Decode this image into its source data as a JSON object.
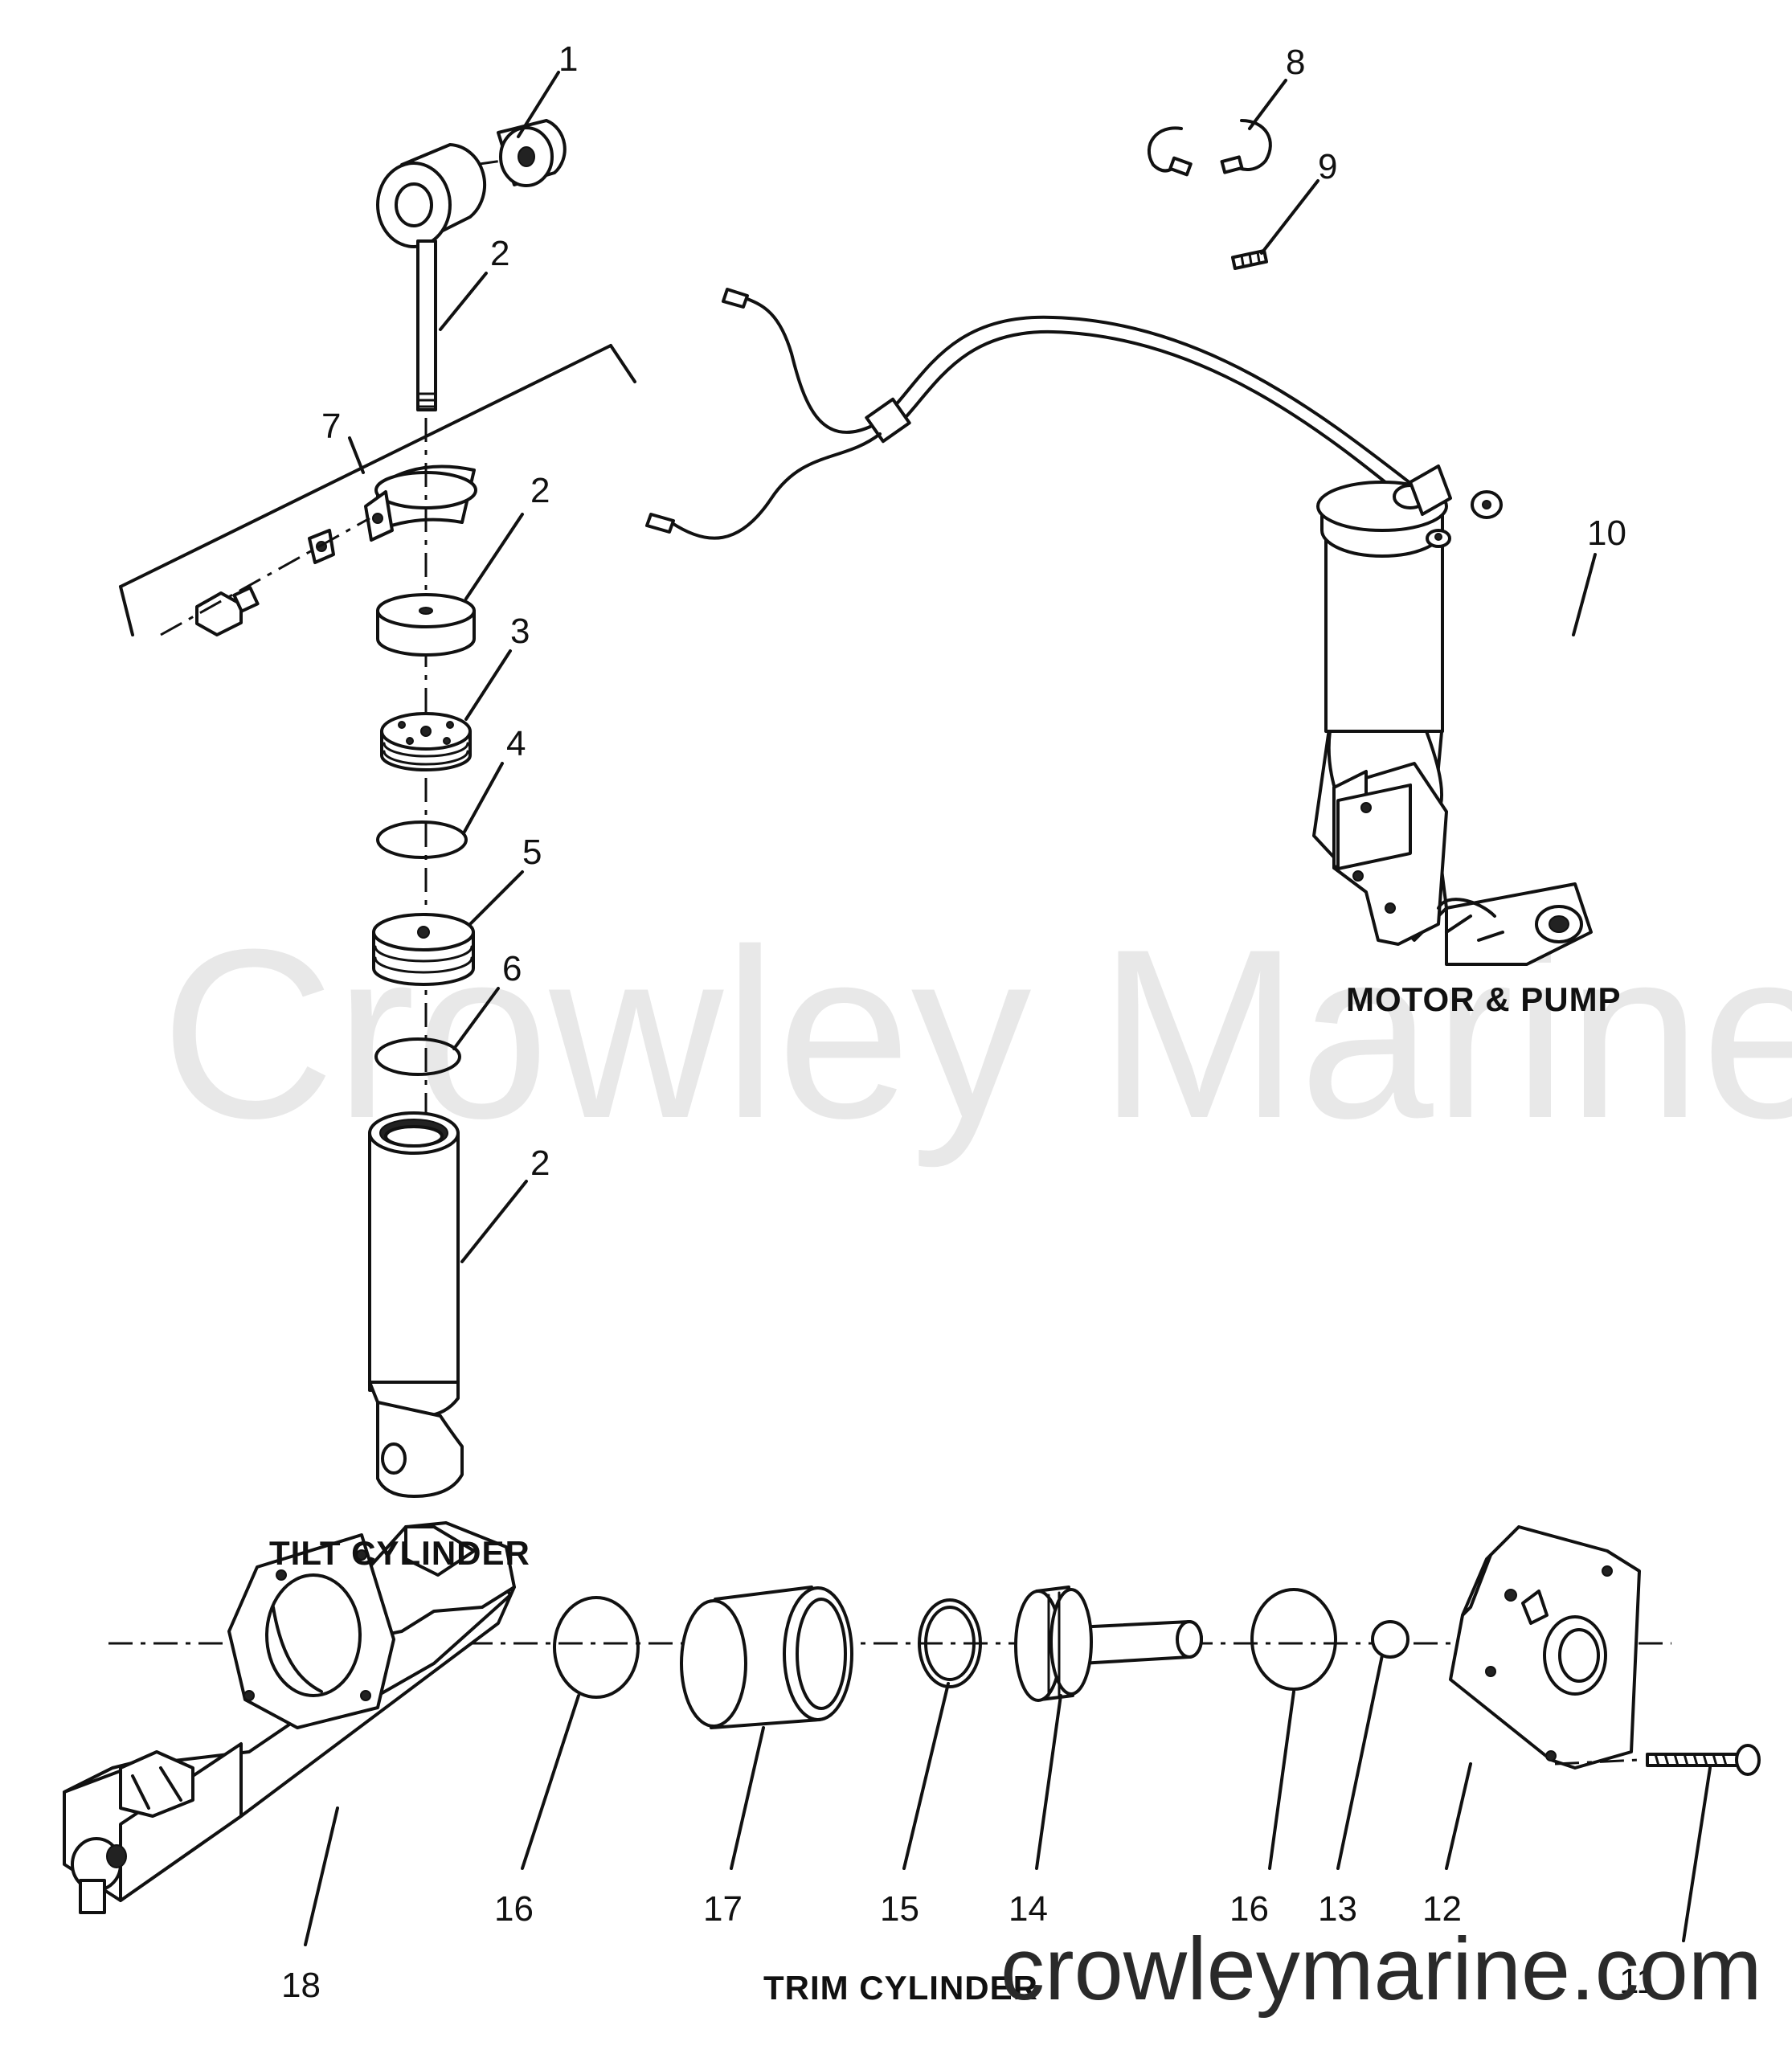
{
  "watermark": {
    "text": "Crowley Marine"
  },
  "footer_url": {
    "text": "crowleymarine.com"
  },
  "captions": {
    "tilt_cylinder": "TILT CYLINDER",
    "motor_pump": "MOTOR & PUMP",
    "trim_cylinder": "TRIM CYLINDER"
  },
  "callouts": {
    "c1": "1",
    "c2a": "2",
    "c2b": "2",
    "c2c": "2",
    "c3": "3",
    "c4": "4",
    "c5": "5",
    "c6": "6",
    "c7": "7",
    "c8": "8",
    "c9": "9",
    "c10": "10",
    "c11": "11",
    "c12": "12",
    "c13": "13",
    "c14": "14",
    "c15": "15",
    "c16a": "16",
    "c16b": "16",
    "c17": "17",
    "c18": "18"
  }
}
